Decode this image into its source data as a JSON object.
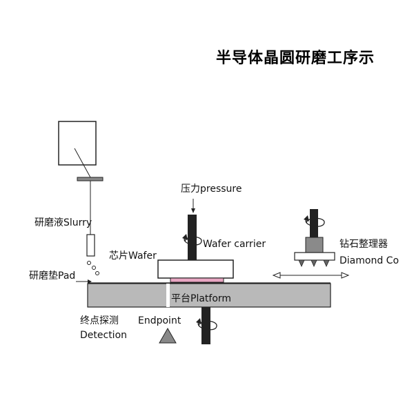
{
  "title": "半导体晶圆研磨工序示",
  "labels": {
    "pressure": "压力pressure",
    "wafer_carrier": "Wafer carrier",
    "slurry": "研磨液Slurry",
    "wafer": "芯片Wafer",
    "pad": "研磨垫Pad",
    "platform": "平台Platform",
    "diamond_cn": "钻石整理器",
    "diamond_en": "Diamond Co",
    "endpoint_cn": "终点探测",
    "endpoint_en": "Endpoint",
    "detection": "Detection"
  },
  "colors": {
    "platform_fill": "#b9b9b9",
    "shaft": "#222222",
    "wafer_fill": "#e9a6c3",
    "stroke": "#222222"
  }
}
